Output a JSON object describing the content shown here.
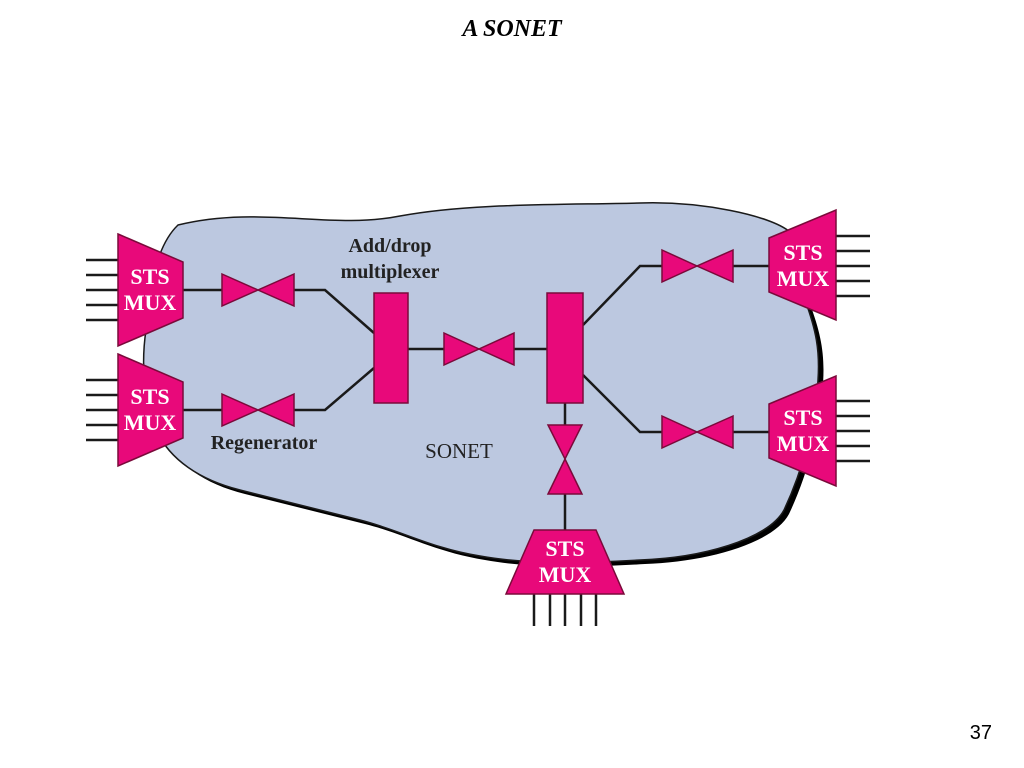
{
  "slide": {
    "title": "A SONET",
    "page_number": "37"
  },
  "diagram": {
    "cloud_label": "SONET",
    "add_drop_label_line1": "Add/drop",
    "add_drop_label_line2": "multiplexer",
    "regenerator_label": "Regenerator",
    "mux_line1": "STS",
    "mux_line2": "MUX",
    "colors": {
      "cloud_fill": "#bcc8e0",
      "device_fill": "#e8097a",
      "outline": "#1a1a1a"
    }
  }
}
